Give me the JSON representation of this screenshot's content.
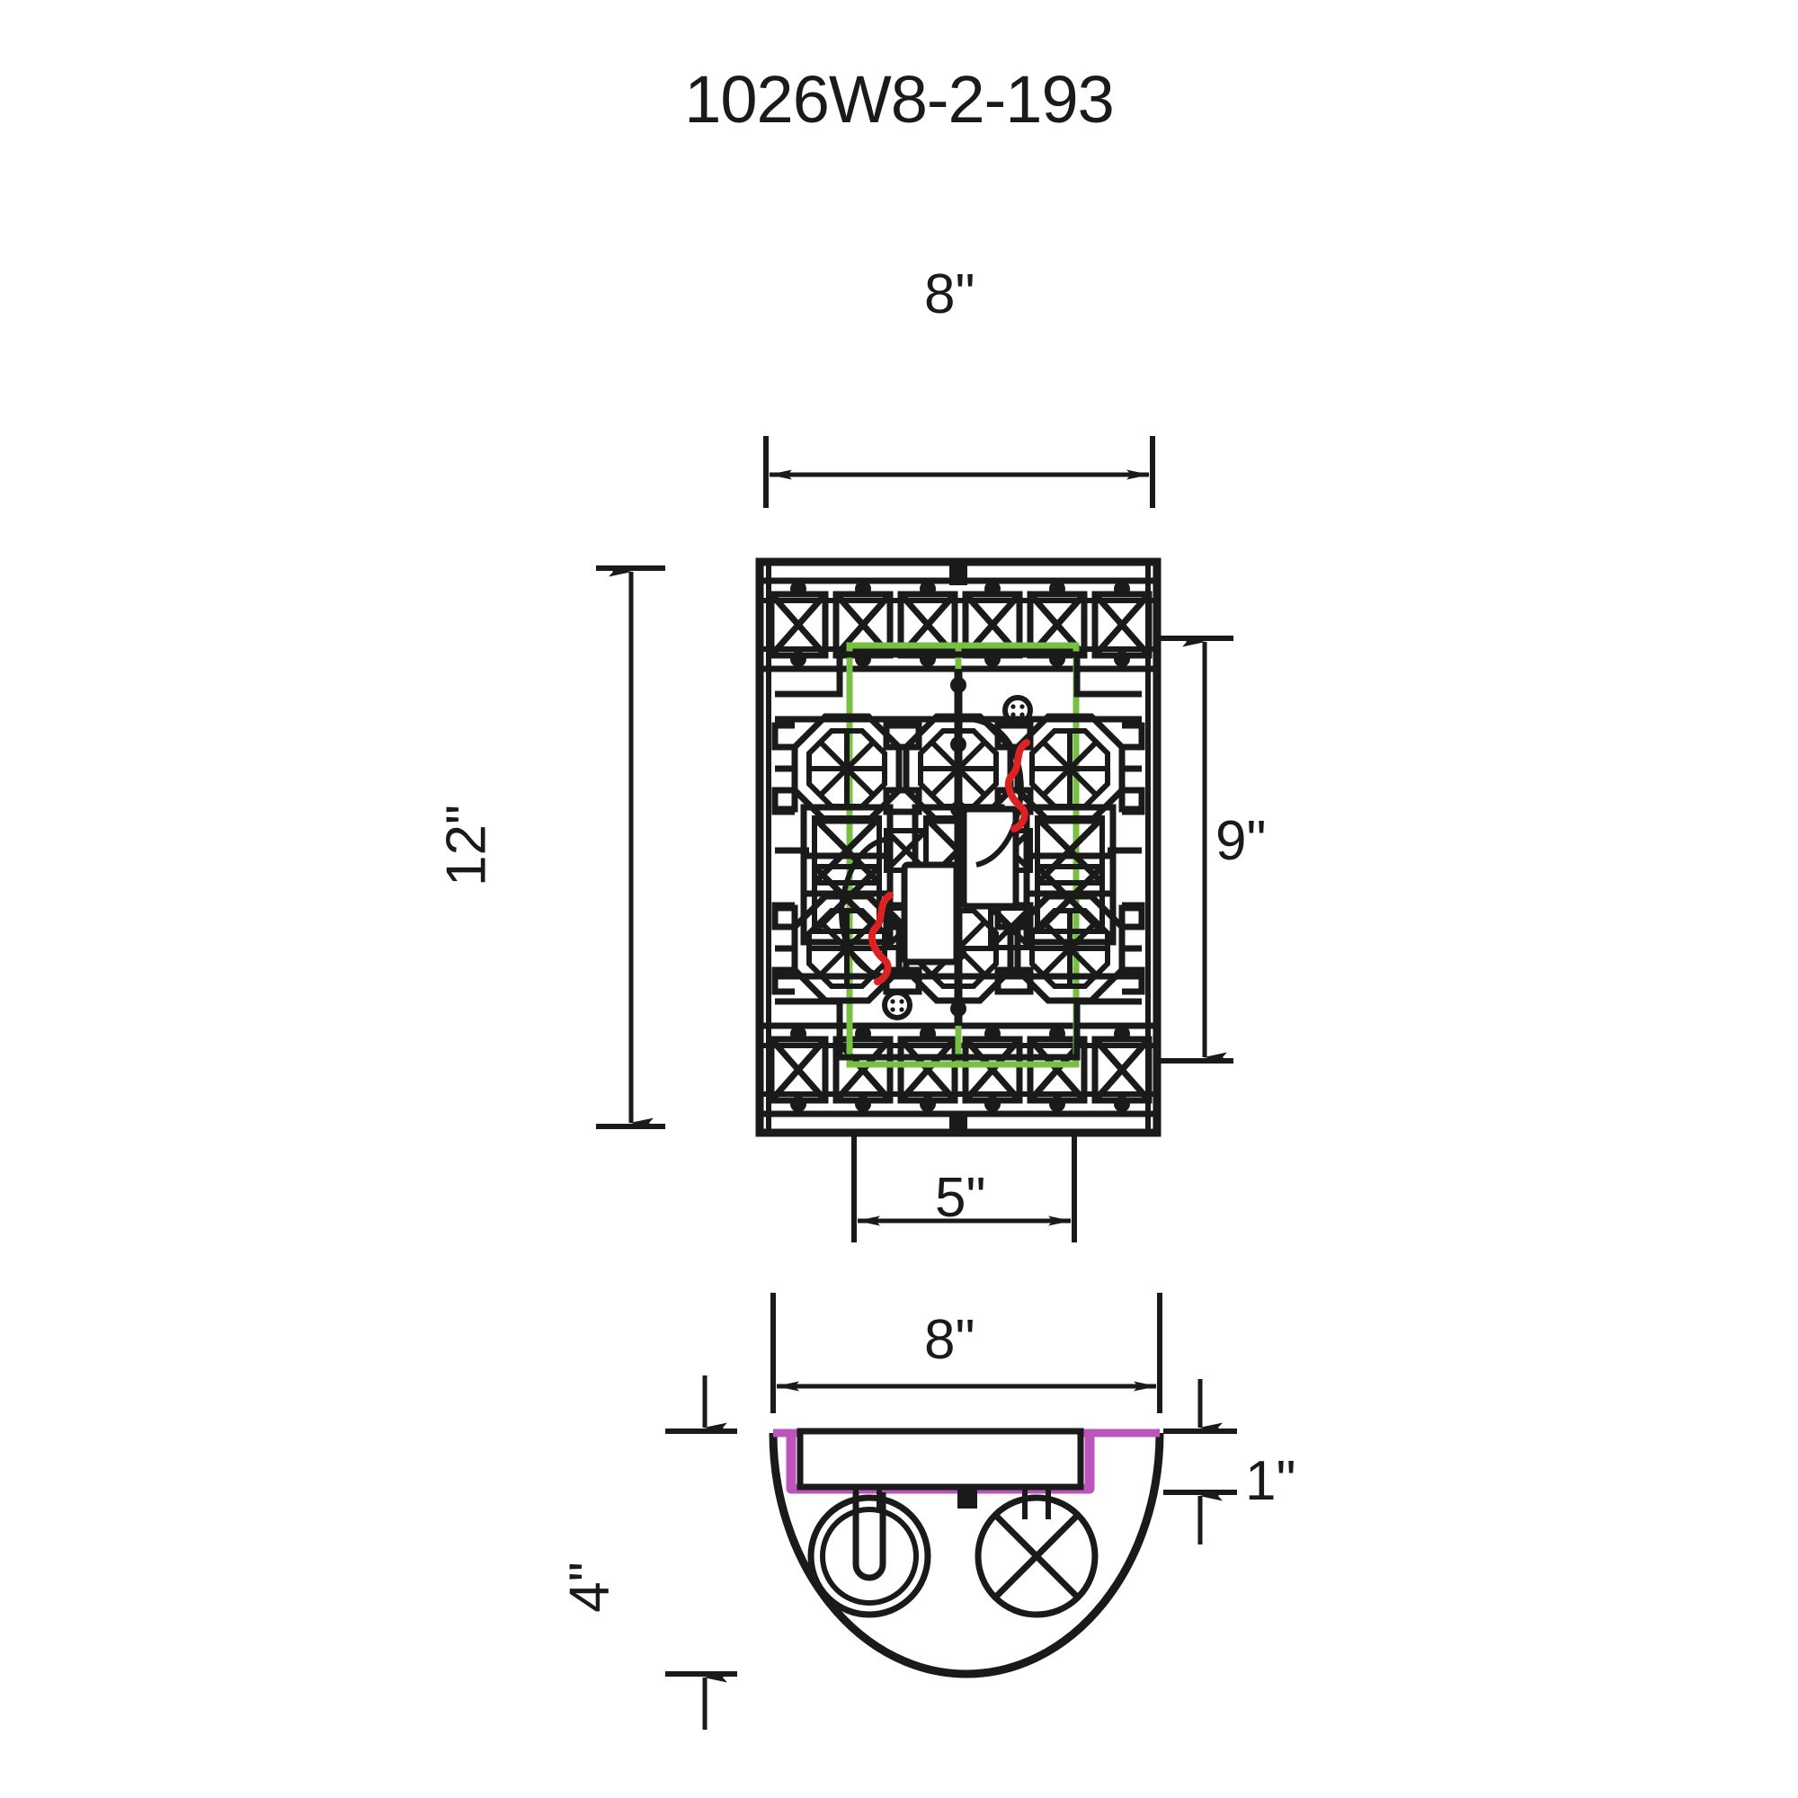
{
  "title": "1026W8-2-193",
  "views": {
    "front": {
      "name": "front-elevation",
      "description": "Ornate lattice-work wall sconce front view with two lamp sockets"
    },
    "side": {
      "name": "side-section",
      "description": "Half-round side section showing backplate and two sockets"
    }
  },
  "dimensions": {
    "front_width": "8\"",
    "front_height": "12\"",
    "front_inner_height": "9\"",
    "front_backplate_width": "5\"",
    "side_width": "8\"",
    "side_depth": "4\"",
    "side_backplate_thickness": "1\""
  },
  "colors": {
    "line": "#1a1a1a",
    "glass_green": "#77c043",
    "filament_red": "#dd2222",
    "backplate_magenta": "#bb55bb",
    "background": "#ffffff"
  },
  "icons": {
    "socket_round": "socket-round-icon",
    "socket_cross": "socket-cross-icon",
    "filament": "filament-squiggle-icon"
  }
}
